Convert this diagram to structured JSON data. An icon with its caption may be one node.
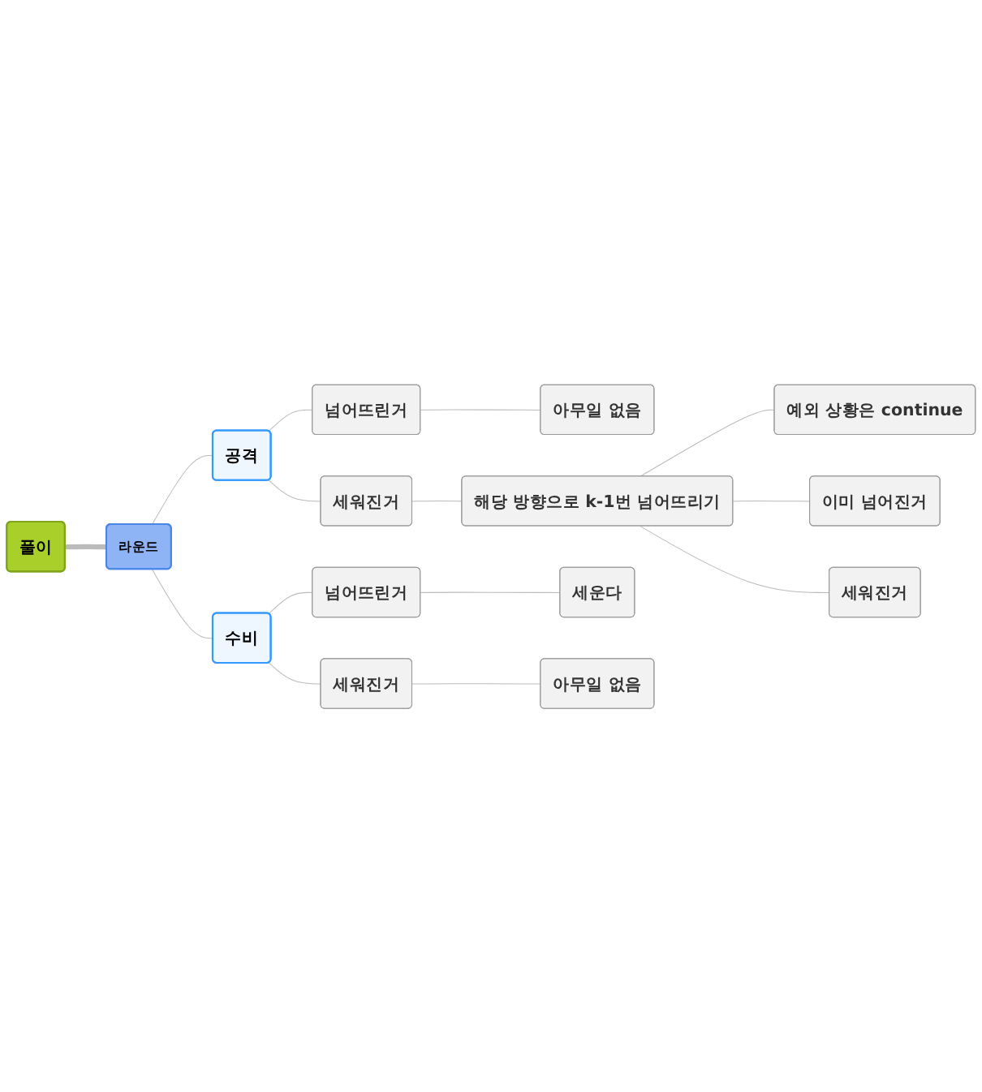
{
  "diagram": {
    "nodes": [
      {
        "text": [
          "풀이"
        ]
      },
      {
        "text": [
          "라운드"
        ]
      },
      {
        "text": [
          "공격"
        ]
      },
      {
        "text": [
          "넘어뜨린거"
        ]
      },
      {
        "text": [
          "아무일 없음"
        ]
      },
      {
        "text": [
          "세워진거"
        ]
      },
      {
        "text": [
          "해당 방향으로 k-1번 넘어뜨리기"
        ]
      },
      {
        "text": [
          "예외 상황은 continue"
        ]
      },
      {
        "text": [
          "이미 넘어진거"
        ]
      },
      {
        "text": [
          "세워진거"
        ]
      },
      {
        "text": [
          "수비"
        ]
      },
      {
        "text": [
          "넘어뜨린거"
        ]
      },
      {
        "text": [
          "세운다"
        ]
      },
      {
        "text": [
          "세워진거"
        ]
      },
      {
        "text": [
          "아무일 없음"
        ]
      }
    ],
    "edges": [
      {
        "from": 0,
        "to": 1,
        "arrow": "none",
        "style": "thick"
      },
      {
        "from": 1,
        "to": 2,
        "arrow": "none"
      },
      {
        "from": 2,
        "to": 3,
        "arrow": "none"
      },
      {
        "from": 3,
        "to": 4,
        "arrow": "none"
      },
      {
        "from": 2,
        "to": 5,
        "arrow": "none"
      },
      {
        "from": 5,
        "to": 6,
        "arrow": "none"
      },
      {
        "from": 6,
        "to": 7,
        "arrow": "none"
      },
      {
        "from": 6,
        "to": 8,
        "arrow": "none"
      },
      {
        "from": 6,
        "to": 9,
        "arrow": "none"
      },
      {
        "from": 1,
        "to": 10,
        "arrow": "none"
      },
      {
        "from": 10,
        "to": 11,
        "arrow": "none"
      },
      {
        "from": 11,
        "to": 12,
        "arrow": "none"
      },
      {
        "from": 10,
        "to": 13,
        "arrow": "none"
      },
      {
        "from": 13,
        "to": 14,
        "arrow": "none"
      }
    ]
  }
}
